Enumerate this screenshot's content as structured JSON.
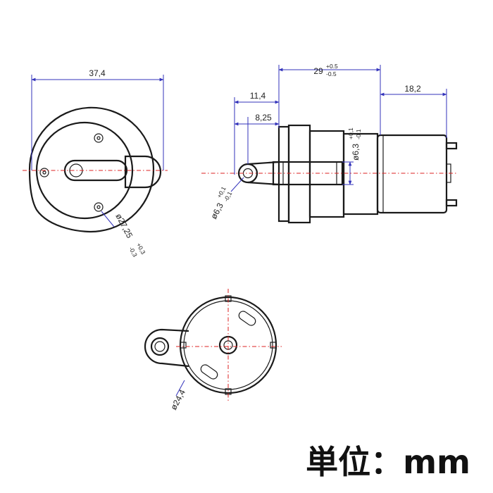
{
  "views": {
    "front": {
      "width_dim": "37,4",
      "diameter_dim": "ø27,25",
      "diameter_tol_upper": "+0,3",
      "diameter_tol_lower": "-0,3"
    },
    "side": {
      "length_dim": "29",
      "length_tol_upper": "+0.5",
      "length_tol_lower": "-0.5",
      "motor_len_dim": "18,2",
      "offset_dim_1": "11,4",
      "offset_dim_2": "8,25",
      "shaft_dia_dim": "ø6,3",
      "shaft_dia_tol_upper": "+0,1",
      "shaft_dia_tol_lower": "-0,1",
      "hole_dia_dim": "ø6,3",
      "hole_dia_tol_upper": "+0,1",
      "hole_dia_tol_lower": "-0,1"
    },
    "rear": {
      "diameter_dim": "ø24,4"
    }
  },
  "unit_label": "単位：mm"
}
